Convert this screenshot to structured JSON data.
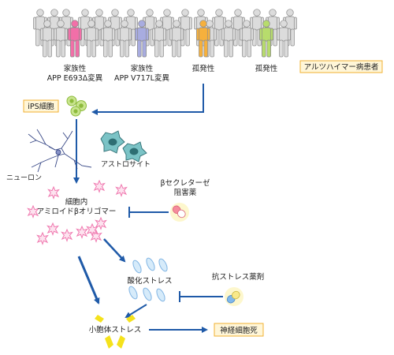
{
  "patients": {
    "familial_1": {
      "line1": "家族性",
      "line2": "APP E693Δ変異"
    },
    "familial_2": {
      "line1": "家族性",
      "line2": "APP V717L変異"
    },
    "sporadic_1": "孤発性",
    "sporadic_2": "孤発性",
    "legend": "アルツハイマー病患者"
  },
  "ips_label": "iPS細胞",
  "neuron_label": "ニューロン",
  "astrocyte_label": "アストロサイト",
  "oligomer_label": {
    "line1": "細胞内",
    "line2": "アミロイドβオリゴマー"
  },
  "beta_drug": {
    "line1": "βセクレターゼ",
    "line2": "阻害薬"
  },
  "oxidative_label": "酸化ストレス",
  "antioxidant_label": "抗ストレス薬剤",
  "er_stress_label": "小胞体ストレス",
  "death_label": "神経細胞死",
  "colors": {
    "person_gray": "#dcdcdc",
    "person_pink": "#f26fa8",
    "person_lavender": "#a8ace0",
    "person_orange": "#f6b03c",
    "person_green": "#b7dc6c",
    "arrow_blue": "#1f5aa8",
    "label_box_fill": "#fff6d8",
    "label_box_border": "#f2b032",
    "oligomer_pink": "#f07ab0",
    "ros_blue": "#9ec8ee",
    "er_yellow": "#f5e21c",
    "ips_green": "#a6d15a",
    "astro_teal": "#4aa3a8"
  }
}
